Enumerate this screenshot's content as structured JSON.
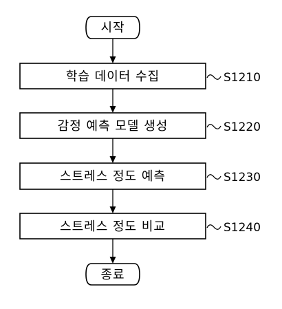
{
  "flowchart": {
    "start": {
      "text": "시작"
    },
    "steps": [
      {
        "text": "학습 데이터 수집",
        "label": "S1210"
      },
      {
        "text": "감정 예측 모델 생성",
        "label": "S1220"
      },
      {
        "text": "스트레스 정도 예측",
        "label": "S1230"
      },
      {
        "text": "스트레스 정도 비교",
        "label": "S1240"
      }
    ],
    "end": {
      "text": "종료"
    }
  }
}
